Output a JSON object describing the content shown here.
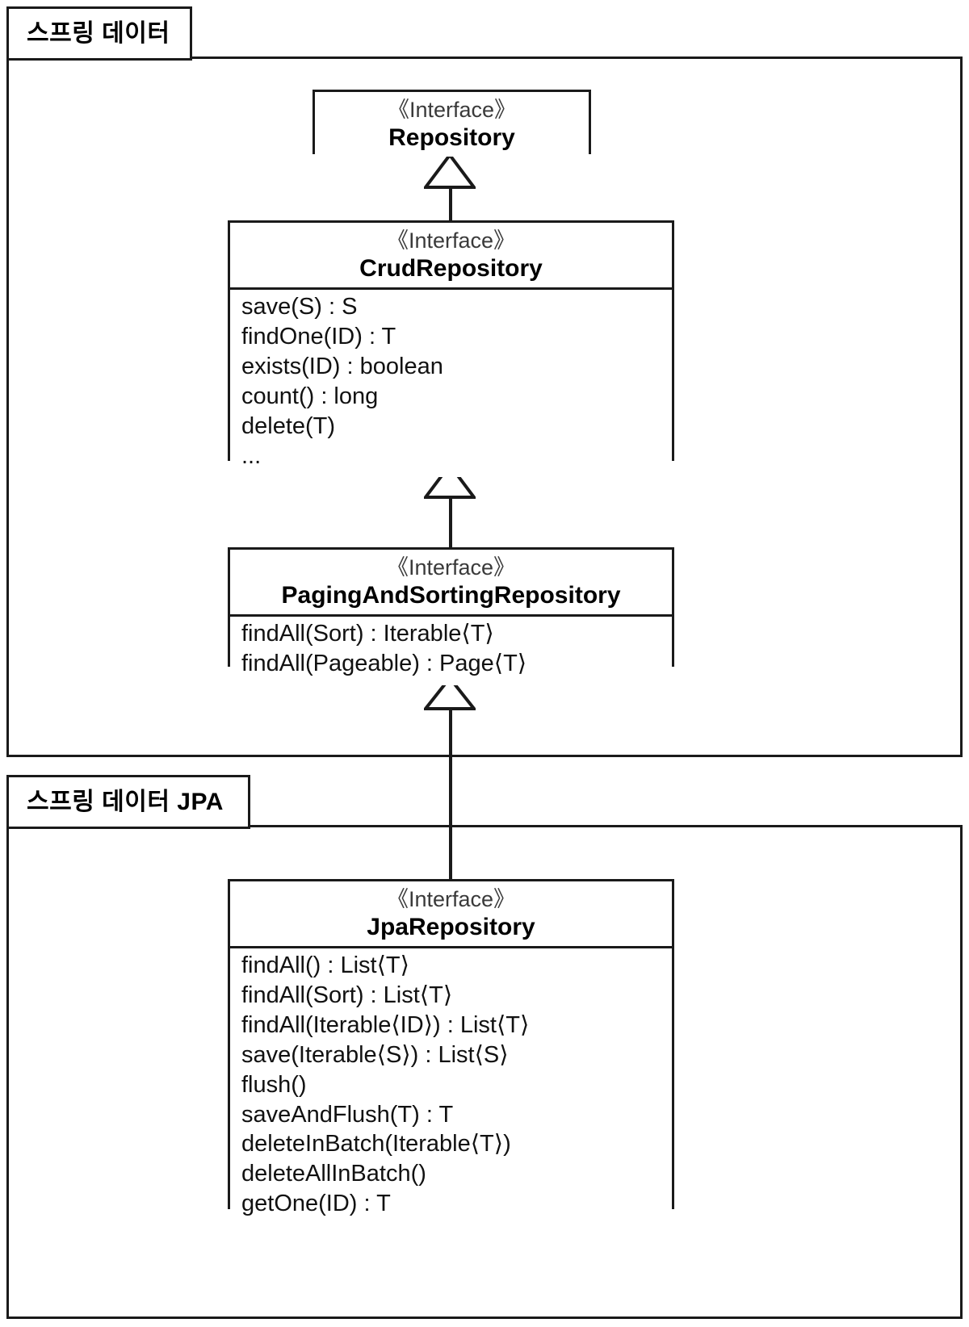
{
  "diagram": {
    "type": "uml-class-diagram",
    "title_note": "Spring Data repository interface hierarchy",
    "stereotype_label": "《Interface》"
  },
  "packages": [
    {
      "id": "spring-data",
      "label": "스프링 데이터"
    },
    {
      "id": "spring-data-jpa",
      "label": "스프링 데이터 JPA"
    }
  ],
  "classes": [
    {
      "id": "repository",
      "stereotype": "《Interface》",
      "name": "Repository",
      "members": []
    },
    {
      "id": "crud-repository",
      "stereotype": "《Interface》",
      "name": "CrudRepository",
      "members": [
        "save(S) : S",
        "findOne(ID) : T",
        "exists(ID) : boolean",
        "count() : long",
        "delete(T)",
        "..."
      ]
    },
    {
      "id": "paging-and-sorting-repository",
      "stereotype": "《Interface》",
      "name": "PagingAndSortingRepository",
      "members": [
        "findAll(Sort) : Iterable⟨T⟩",
        "findAll(Pageable) : Page⟨T⟩"
      ]
    },
    {
      "id": "jpa-repository",
      "stereotype": "《Interface》",
      "name": "JpaRepository",
      "members": [
        "findAll() : List⟨T⟩",
        "findAll(Sort) : List⟨T⟩",
        "findAll(Iterable⟨ID⟩) : List⟨T⟩",
        "save(Iterable⟨S⟩) : List⟨S⟩",
        "flush()",
        "saveAndFlush(T) : T",
        "deleteInBatch(Iterable⟨T⟩)",
        "deleteAllInBatch()",
        "getOne(ID) : T"
      ]
    }
  ],
  "relationships": [
    {
      "id": "crud-to-repository",
      "kind": "generalization",
      "from": "CrudRepository",
      "to": "Repository"
    },
    {
      "id": "paging-to-crud",
      "kind": "generalization",
      "from": "PagingAndSortingRepository",
      "to": "CrudRepository"
    },
    {
      "id": "jpa-to-paging",
      "kind": "generalization",
      "from": "JpaRepository",
      "to": "PagingAndSortingRepository"
    }
  ],
  "colors": {
    "stroke": "#1a1a1a",
    "background": "#ffffff",
    "text": "#000000",
    "stereotype_text": "#3a3a3a"
  }
}
